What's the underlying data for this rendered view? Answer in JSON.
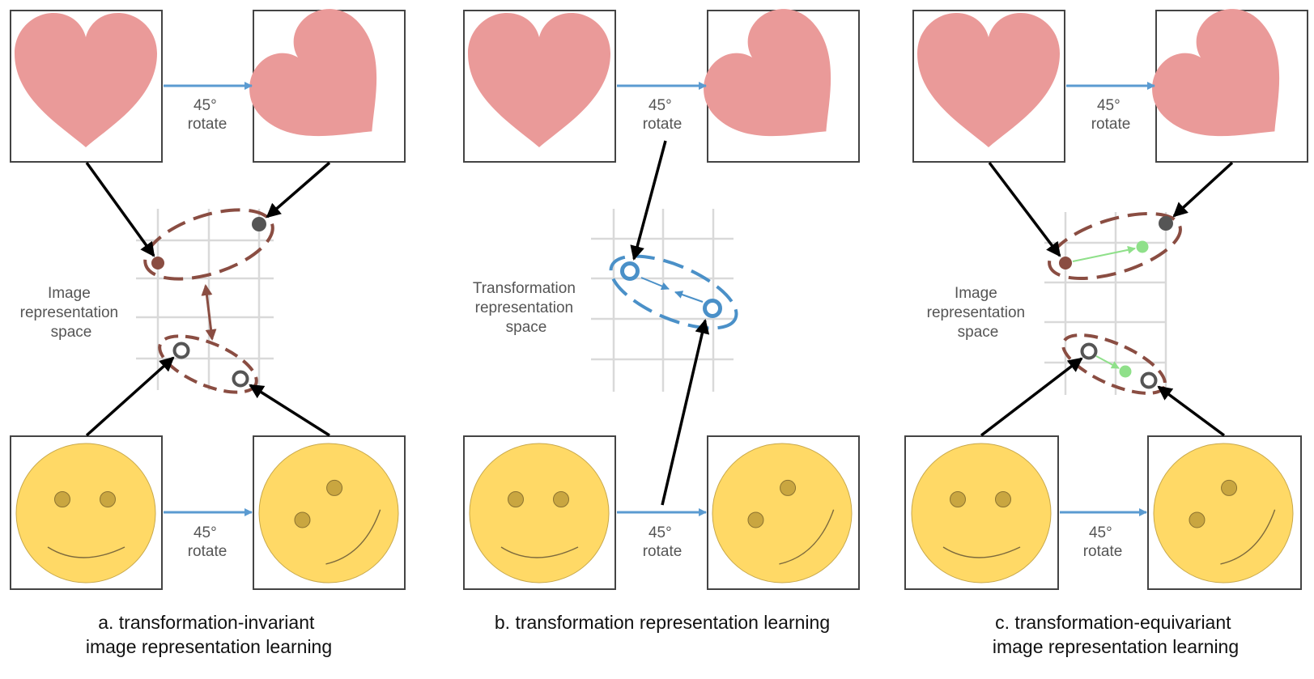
{
  "colors": {
    "heart": "#ea9a99",
    "smiley": "#ffd966",
    "smiley_outline": "#c8a84a",
    "eye": "#c9a640",
    "image_frame": "#444444",
    "transform_arrow": "#5b9bd1",
    "mapping_arrow": "#000000",
    "image_ellipse": "#8a4d42",
    "transform_point": "#4a90c8",
    "equivariant_vector": "#8fe08a",
    "grid": "#d9d9d9"
  },
  "transform_label": {
    "line1": "45°",
    "line2": "rotate"
  },
  "panels": [
    {
      "id": "a",
      "space_label": [
        "Image",
        "representation",
        "space"
      ],
      "caption": [
        "a. transformation-invariant",
        "image representation learning"
      ]
    },
    {
      "id": "b",
      "space_label": [
        "Transformation",
        "representation",
        "space"
      ],
      "caption": [
        "b. transformation representation learning"
      ]
    },
    {
      "id": "c",
      "space_label": [
        "Image",
        "representation",
        "space"
      ],
      "caption": [
        "c. transformation-equivariant",
        "image representation learning"
      ]
    }
  ]
}
